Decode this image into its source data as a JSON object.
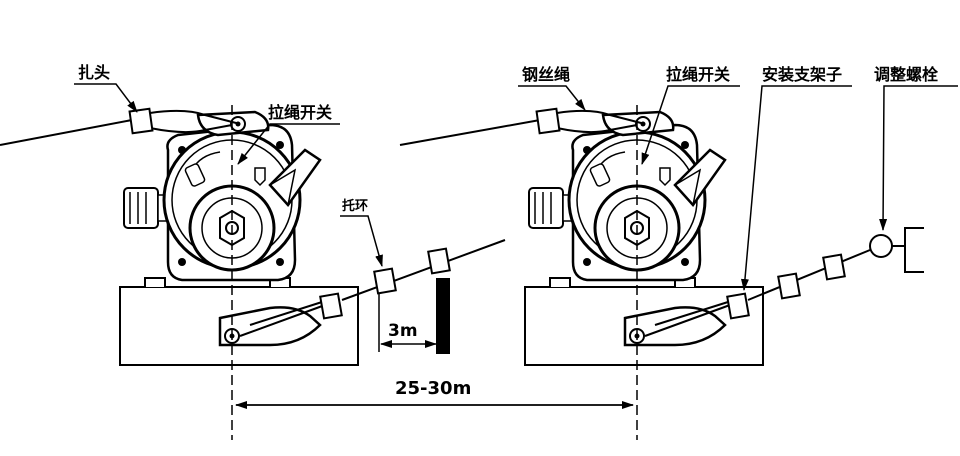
{
  "labels": {
    "left_clamp": "扎头",
    "left_switch": "拉绳开关",
    "support_ring": "托环",
    "right_wire": "钢丝绳",
    "right_switch": "拉绳开关",
    "bracket": "安装支架子",
    "adjust_bolt": "调整螺栓"
  },
  "dimensions": {
    "ring_spacing": "3m",
    "switch_spacing": "25-30m"
  },
  "colors": {
    "line": "#000000",
    "background": "#ffffff"
  }
}
